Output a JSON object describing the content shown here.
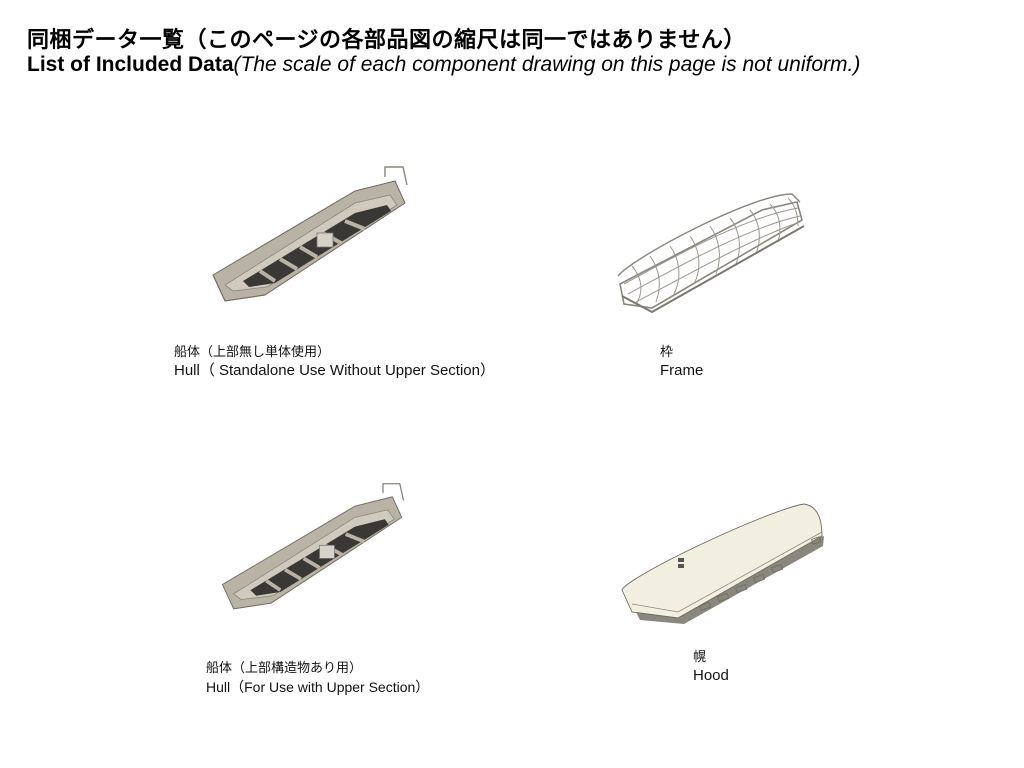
{
  "header": {
    "title_jp": "同梱データ一覧（このページの各部品図の縮尺は同一ではありません）",
    "title_en_bold": "List of Included Data",
    "title_en_italic": "(The scale of each component drawing on this page is not uniform.)"
  },
  "items": [
    {
      "id": "hull-standalone",
      "image_icon": "boat-hull-icon",
      "label_jp": "船体（上部無し単体使用）",
      "label_en": "Hull（ Standalone Use Without Upper Section）"
    },
    {
      "id": "frame",
      "image_icon": "boat-frame-icon",
      "label_jp": "枠",
      "label_en": "Frame"
    },
    {
      "id": "hull-upper",
      "image_icon": "boat-hull-icon",
      "label_jp": "船体（上部構造物あり用）",
      "label_en": "Hull（For Use with Upper Section）"
    },
    {
      "id": "hood",
      "image_icon": "boat-hood-icon",
      "label_jp": "幌",
      "label_en": "Hood"
    }
  ],
  "colors": {
    "hull": "#b9b3a6",
    "hull_dark": "#7d786e",
    "deck": "#3a3835",
    "frame_line": "#8a877f",
    "hood": "#f3efe0"
  }
}
